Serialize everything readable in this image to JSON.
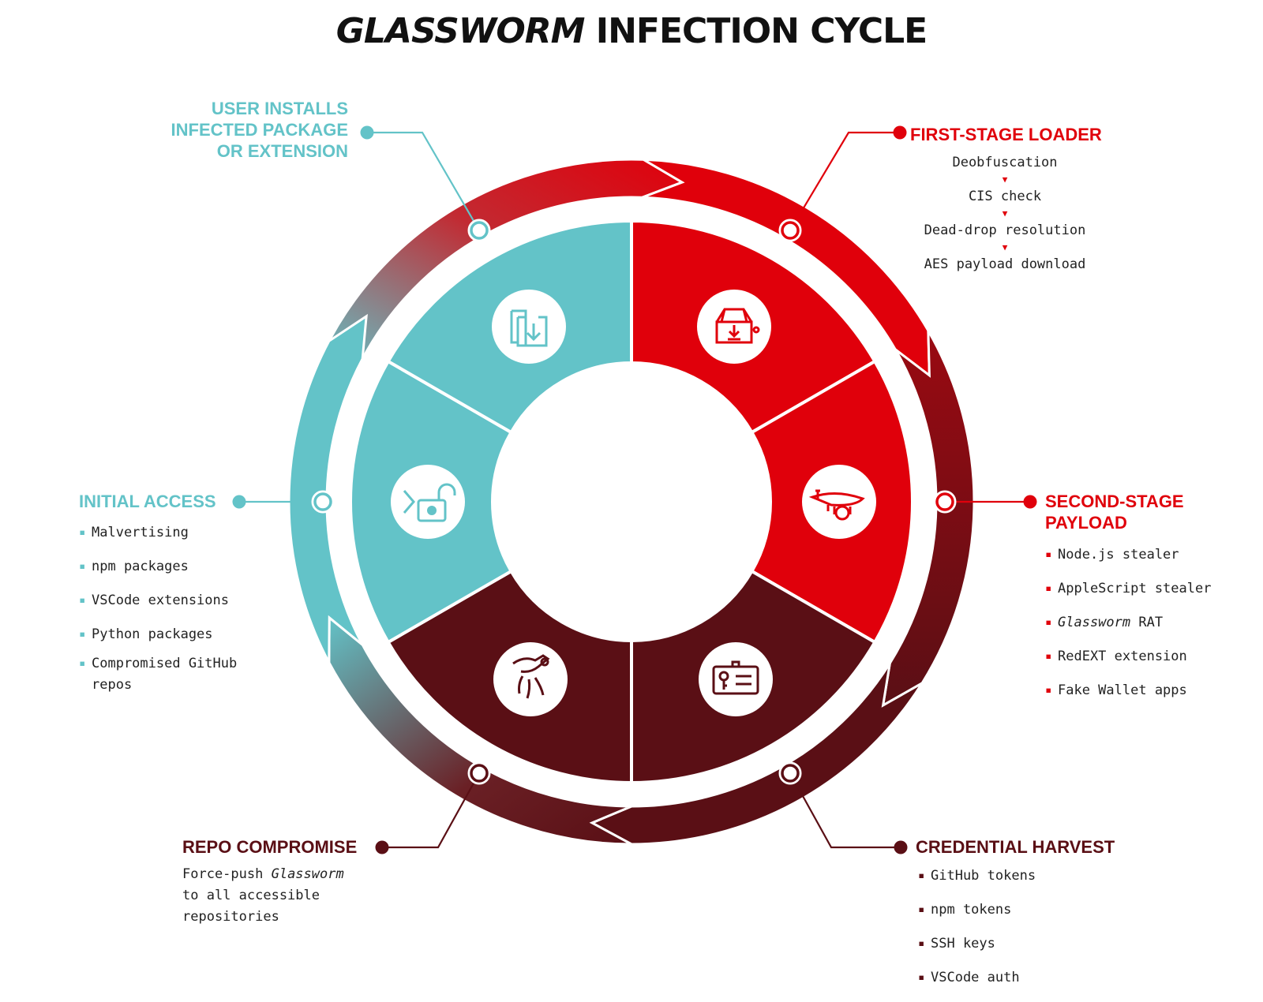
{
  "title": {
    "italic": "GLASSWORM",
    "rest": "INFECTION CYCLE"
  },
  "colors": {
    "teal": "#63c3c8",
    "red": "#e0000b",
    "dark": "#5a0f15"
  },
  "stages": {
    "user_installs": {
      "heading": [
        "USER INSTALLS",
        "INFECTED PACKAGE",
        "OR EXTENSION"
      ],
      "icon": "download-to-folder-icon"
    },
    "first_stage": {
      "heading": "FIRST-STAGE LOADER",
      "icon": "package-download-icon",
      "steps": [
        "Deobfuscation",
        "CIS check",
        "Dead-drop resolution",
        "AES payload download"
      ]
    },
    "second_stage": {
      "heading": [
        "SECOND-STAGE",
        "PAYLOAD"
      ],
      "icon": "biohazard-drone-icon",
      "items": [
        {
          "pre": "",
          "em": "",
          "post": "Node.js stealer"
        },
        {
          "pre": "",
          "em": "",
          "post": "AppleScript stealer"
        },
        {
          "pre": "",
          "em": "Glassworm",
          "post": " RAT"
        },
        {
          "pre": "",
          "em": "",
          "post": "RedEXT extension"
        },
        {
          "pre": "",
          "em": "",
          "post": "Fake Wallet apps"
        }
      ]
    },
    "credential_harvest": {
      "heading": "CREDENTIAL HARVEST",
      "icon": "id-card-key-icon",
      "items": [
        "GitHub tokens",
        "npm tokens",
        "SSH keys",
        "VSCode auth"
      ]
    },
    "repo_compromise": {
      "heading": "REPO COMPROMISE",
      "icon": "hand-stealing-key-icon",
      "text": {
        "pre": "Force-push ",
        "em": "Glassworm",
        "post": "\nto all accessible\nrepositories"
      }
    },
    "initial_access": {
      "heading": "INITIAL ACCESS",
      "icon": "open-padlock-terminal-icon",
      "items": [
        "Malvertising",
        "npm packages",
        "VSCode extensions",
        "Python packages",
        "Compromised GitHub\nrepos"
      ]
    }
  }
}
